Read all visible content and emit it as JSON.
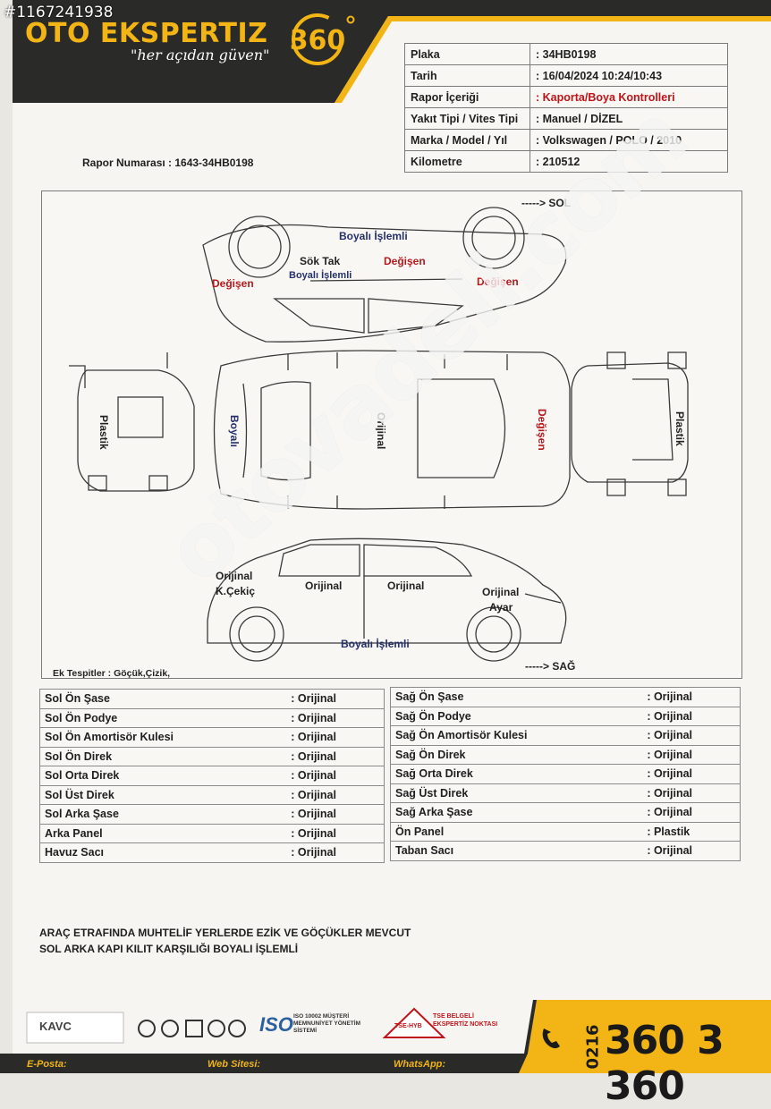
{
  "watermark_id": "#1167241938",
  "header": {
    "brand": "OTO EKSPERTIZ",
    "slogan": "\"her açıdan güven\"",
    "logo_number": "360",
    "brand_color": "#f2b515",
    "header_color": "#2a2a28"
  },
  "info": [
    {
      "label": "Plaka",
      "value": ": 34HB0198"
    },
    {
      "label": "Tarih",
      "value": ": 16/04/2024  10:24/10:43"
    },
    {
      "label": "Rapor İçeriği",
      "value": ": Kaporta/Boya Kontrolleri"
    },
    {
      "label": "Yakıt Tipi / Vites Tipi",
      "value": ": Manuel / DİZEL"
    },
    {
      "label": "Marka / Model / Yıl",
      "value": ": Volkswagen / POLO / 2010"
    },
    {
      "label": "Kilometre",
      "value": ":  210512"
    }
  ],
  "rapor_numarasi": "Rapor Numarası  : 1643-34HB0198",
  "diagram": {
    "sol_arrow": "-----> SOL",
    "sag_arrow": "-----> SAĞ",
    "labels": {
      "top_roof": "Boyalı İşlemli",
      "sok_tak": "Sök Tak",
      "sok_tak_sub": "Boyalı İşlemli",
      "degisen_left_door": "Değişen",
      "degisen_rear": "Değişen",
      "degisen_front": "Değişen",
      "plastik_rear": "Plastik",
      "boyali_hood": "Boyalı",
      "orijinal_roof": "Orijinal",
      "degisen_tailgate": "Değişen",
      "plastik_front": "Plastik",
      "orijinal_fender": "Orijinal",
      "k_cekic": "K.Çekiç",
      "orijinal_front_door": "Orijinal",
      "orijinal_rear_door": "Orijinal",
      "orijinal_rear_fender": "Orijinal",
      "ayar": "Ayar",
      "bottom_sill": "Boyalı İşlemli",
      "ek_tespitler": "Ek Tespitler : Göçük,Çizik,"
    }
  },
  "parts_left": [
    {
      "name": "Sol Ön Şase",
      "value": ": Orijinal"
    },
    {
      "name": "Sol Ön Podye",
      "value": ": Orijinal"
    },
    {
      "name": "Sol Ön Amortisör Kulesi",
      "value": ": Orijinal"
    },
    {
      "name": "Sol Ön Direk",
      "value": ": Orijinal"
    },
    {
      "name": "Sol Orta Direk",
      "value": ": Orijinal"
    },
    {
      "name": "Sol Üst Direk",
      "value": ": Orijinal"
    },
    {
      "name": "Sol Arka Şase",
      "value": ": Orijinal"
    },
    {
      "name": "Arka Panel",
      "value": ": Orijinal"
    },
    {
      "name": "Havuz Sacı",
      "value": ": Orijinal"
    }
  ],
  "parts_right": [
    {
      "name": "Sağ Ön Şase",
      "value": ": Orijinal"
    },
    {
      "name": "Sağ Ön Podye",
      "value": ": Orijinal"
    },
    {
      "name": "Sağ Ön Amortisör Kulesi",
      "value": ": Orijinal"
    },
    {
      "name": "Sağ Ön Direk",
      "value": ": Orijinal"
    },
    {
      "name": "Sağ Orta Direk",
      "value": ": Orijinal"
    },
    {
      "name": "Sağ Üst Direk",
      "value": ": Orijinal"
    },
    {
      "name": "Sağ Arka Şase",
      "value": ": Orijinal"
    },
    {
      "name": "Ön Panel",
      "value": ": Plastik"
    },
    {
      "name": "Taban Sacı",
      "value": ": Orijinal"
    }
  ],
  "notes": [
    "ARAÇ ETRAFINDA MUHTELİF YERLERDE EZİK VE GÖÇÜKLER MEVCUT",
    "SOL ARKA KAPI KILIT KARŞILIĞI BOYALI İŞLEMLİ"
  ],
  "footer": {
    "eposta": "E-Posta:",
    "website": "Web Sitesi:",
    "whatsapp": "WhatsApp:",
    "phone_prefix": "0216",
    "phone": "360 3 360",
    "kavcl": "KAVC",
    "iso": "ISO",
    "iso_text": "ISO 10002 MÜŞTERİ MEMNUNİYET YÖNETİM SİSTEMİ",
    "tse": "TSE-HYB",
    "tse_text": "TSE BELGELİ EKSPERTİZ NOKTASI"
  },
  "site_watermark": "otovadeli.com"
}
